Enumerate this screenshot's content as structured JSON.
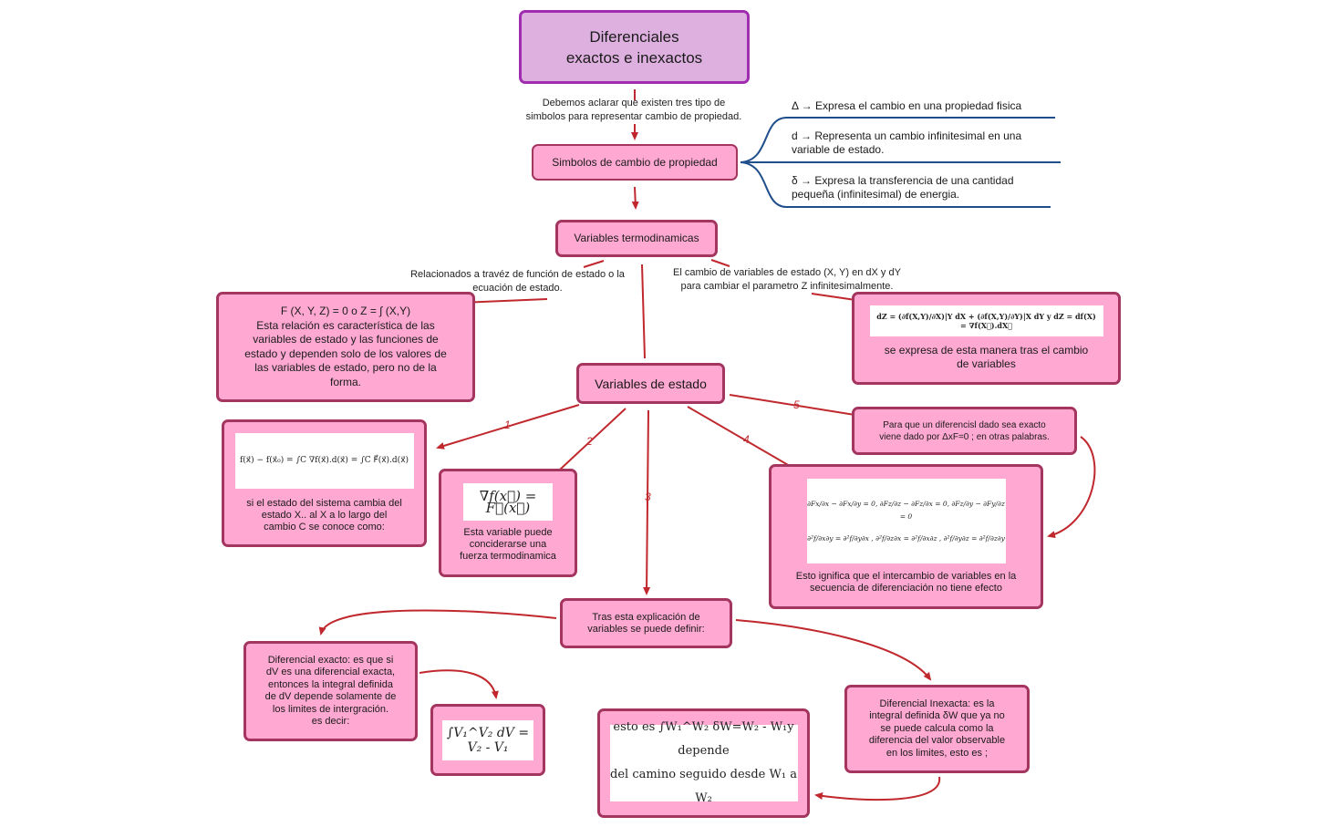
{
  "title": "Diferenciales\nexactos e inexactos",
  "intro_note": "Debemos aclarar que existen tres tipo de\nsimbolos para representar cambio de propiedad.",
  "symbols_node": "Simbolos de cambio de propiedad",
  "symbol_definitions": [
    "Δ  → Expresa el cambio en una propiedad fisica",
    "d  → Representa un cambio infinitesimal en una\nvariable de estado.",
    "δ  → Expresa la transferencia de una cantidad\npequeña (infinitesimal) de energia."
  ],
  "thermo_node": "Variables termodinamicas",
  "left_note": "Relacionados a travéz de función de estado o la\necuación de estado.",
  "right_note": "El cambio de variables de estado (X, Y) en dX y dY\npara cambiar el parametro Z infinitesimalmente.",
  "state_function_box": "F (X, Y, Z) = 0 o Z = ∫ (X,Y)\nEsta relación es característica de las\nvariables de estado y las funciones de\nestado y dependen solo de los valores de\nlas variables de estado, pero no de la\nforma.",
  "dz_formula": "dZ = (∂f(X,Y)/∂X)|Y dX + (∂f(X,Y)/∂Y)|X dY   y   dZ = df(X) = ∇f(X⃗).dX⃗",
  "dz_caption": "se expresa de esta manera tras el cambio\nde variables",
  "state_node": "Variables de estado",
  "edge_numbers": [
    "1",
    "2",
    "3",
    "4",
    "5"
  ],
  "branch1_formula": "f(x⃗) − f(x⃗₀) = ∫C ∇f(x⃗).d(x⃗) = ∫C F⃗(x⃗).d(x⃗)",
  "branch1_caption": "si el estado del sistema cambia del\nestado X.. al X a lo largo del\ncambio C se conoce como:",
  "branch2_formula": "∇f(x⃗) = F⃗(x⃗)",
  "branch2_caption": "Esta variable puede\nconciderarse una\nfuerza termodinamica",
  "branch5_text": "Para que un diferencisl dado sea exacto\nviene dado por ΔxF=0 ; en otras palabras.",
  "branch4_formula_row1": "∂Fx/∂x − ∂Fx/∂y = 0,   ∂Fz/∂z − ∂Fz/∂x = 0,   ∂Fz/∂y − ∂Fy/∂z = 0",
  "branch4_formula_row2": "∂²f/∂x∂y = ∂²f/∂y∂x ,   ∂²f/∂z∂x = ∂²f/∂x∂z ,   ∂²f/∂y∂z = ∂²f/∂z∂y",
  "branch4_caption": "Esto ignifica que el intercambio de variables en la\nsecuencia de diferenciación no tiene efecto",
  "after_node": "Tras esta explicación de\nvariables se puede definir:",
  "exact_text": "Diferencial exacto: es que si\ndV es una diferencial exacta,\nentonces la integral definida\nde dV depende solamente de\nlos limites de intergración.\nes decir:",
  "exact_formula": "∫V₁^V₂ dV = V₂ - V₁",
  "inexact_text": "Diferencial Inexacta: es la\nintegral definida δW que ya no\nse puede calcula como la\ndiferencia del valor observable\nen los limites, esto es ;",
  "inexact_formula_line1": "esto es  ∫W₁^W₂ δW=W₂ - W₁y depende",
  "inexact_formula_line2": "del camino seguido desde W₁ a W₂",
  "colors": {
    "title_fill": "#deb0e0",
    "title_border": "#a02db0",
    "node_fill": "#ffa8d2",
    "node_border": "#a3355f",
    "arrow": "#c0282d",
    "definition_line": "#1f4e8c"
  }
}
